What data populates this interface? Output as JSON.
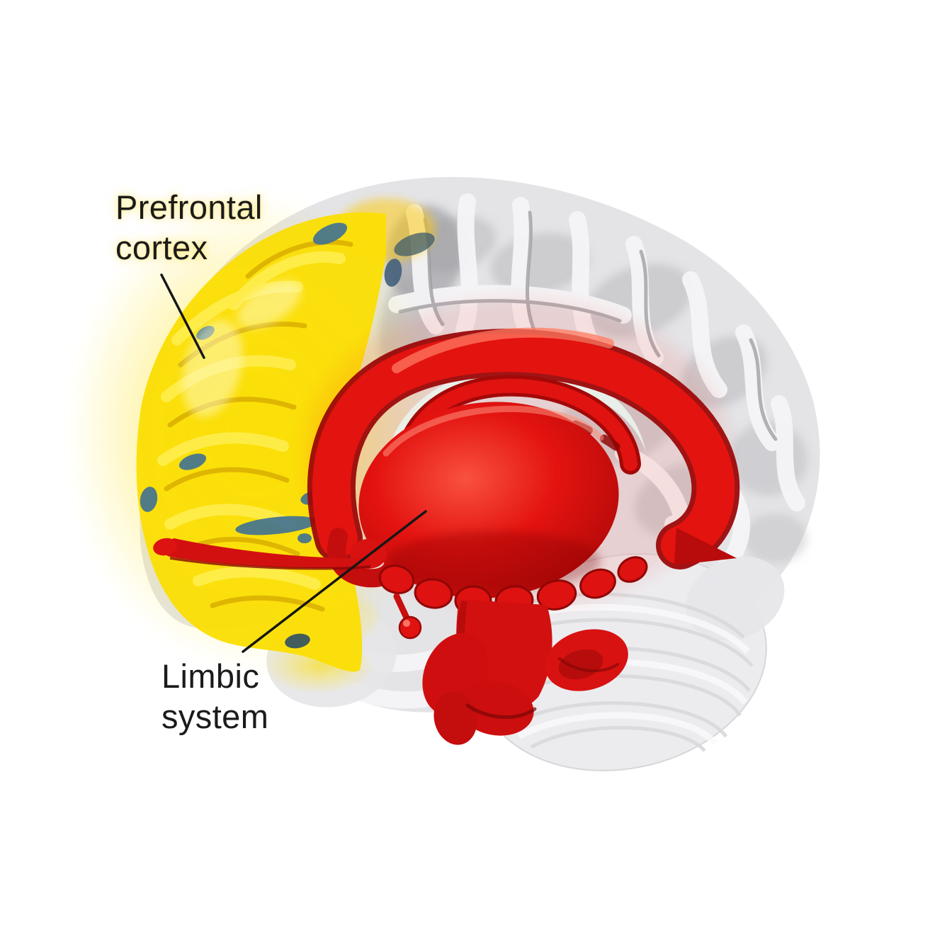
{
  "figure": {
    "type": "anatomical-diagram",
    "background": "#ffffff"
  },
  "labels": {
    "prefrontal": {
      "line1": "Prefrontal",
      "line2": "cortex"
    },
    "limbic": {
      "line1": "Limbic",
      "line2": "system"
    }
  },
  "regions": [
    {
      "name": "Prefrontal cortex",
      "highlight_color": "#fbdf05"
    },
    {
      "name": "Limbic system",
      "highlight_color": "#e31310"
    }
  ],
  "colors": {
    "background": "#ffffff",
    "label_text": "#1b1b1b",
    "pointer_line": "#161616",
    "prefrontal_yellow": "#fbdf05",
    "prefrontal_yellow_deep": "#d9ae00",
    "sulci_blue": "#3e7195",
    "red_main": "#e31310",
    "red_dark": "#a60707",
    "red_highlight": "#f95140",
    "gray_base": "#e2e2e5",
    "gray_ridge": "#f5f5f7",
    "cerebellum_gray": "#ececef"
  }
}
